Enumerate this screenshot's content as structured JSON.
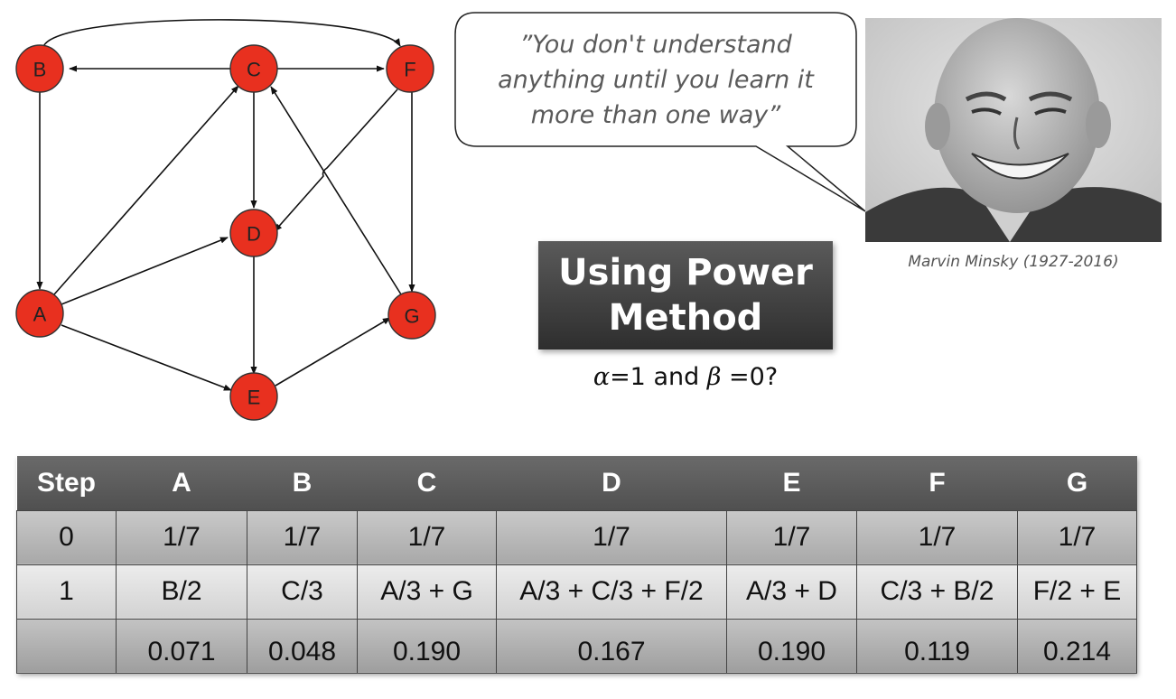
{
  "graph": {
    "node_color": "#e8301f",
    "nodes": [
      "A",
      "B",
      "C",
      "D",
      "E",
      "F",
      "G"
    ]
  },
  "quote": {
    "line1": "”You don't understand",
    "line2": "anything until you learn it",
    "line3": "more than one way”"
  },
  "photo": {
    "caption": "Marvin Minsky (1927-2016)"
  },
  "method": {
    "line1": "Using Power",
    "line2": "Method"
  },
  "params": {
    "alpha_symbol": "α",
    "alpha_rest": "=1 and ",
    "beta_symbol": "β",
    "beta_rest": " =0?"
  },
  "table": {
    "headers": [
      "Step",
      "A",
      "B",
      "C",
      "D",
      "E",
      "F",
      "G"
    ],
    "rows": [
      [
        "0",
        "1/7",
        "1/7",
        "1/7",
        "1/7",
        "1/7",
        "1/7",
        "1/7"
      ],
      [
        "1",
        "B/2",
        "C/3",
        "A/3 + G",
        "A/3 + C/3 + F/2",
        "A/3 + D",
        "C/3 + B/2",
        "F/2 + E"
      ],
      [
        "",
        "0.071",
        "0.048",
        "0.190",
        "0.167",
        "0.190",
        "0.119",
        "0.214"
      ]
    ]
  }
}
